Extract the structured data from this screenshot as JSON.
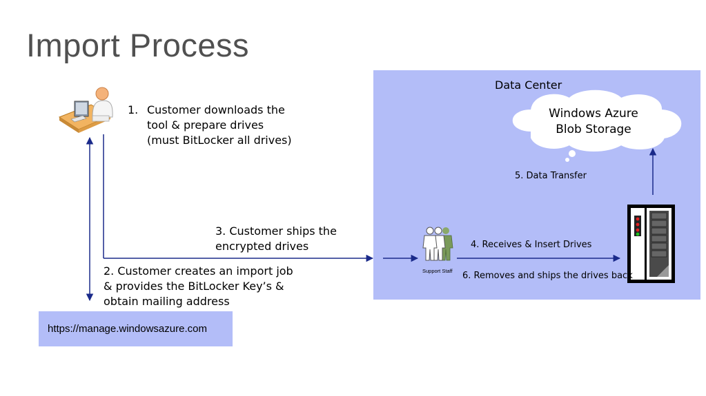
{
  "title": "Import Process",
  "data_center": {
    "label": "Data Center",
    "cloud_line1": "Windows Azure",
    "cloud_line2": "Blob Storage"
  },
  "steps": {
    "step1_number": "1.",
    "step1_line1": "Customer downloads the",
    "step1_line2": "tool & prepare drives",
    "step1_line3": "(must BitLocker all drives)",
    "step2_line1": "2. Customer creates an import job",
    "step2_line2": "& provides the BitLocker Key’s &",
    "step2_line3": "obtain mailing address",
    "step3_line1": "3. Customer ships the",
    "step3_line2": "encrypted  drives",
    "step4": "4. Receives & Insert  Drives",
    "step5": "5. Data Transfer",
    "step6": "6. Removes and ships the drives back"
  },
  "support_staff_label": "Support Staff",
  "portal_url": "https://manage.windowsazure.com",
  "icons": [
    "customer-desk-icon",
    "support-staff-icon",
    "server-rack-icon",
    "cloud-icon"
  ],
  "colors": {
    "data_center_fill": "#b3bdf8",
    "arrow": "#1a2a8a",
    "title": "#505050"
  }
}
